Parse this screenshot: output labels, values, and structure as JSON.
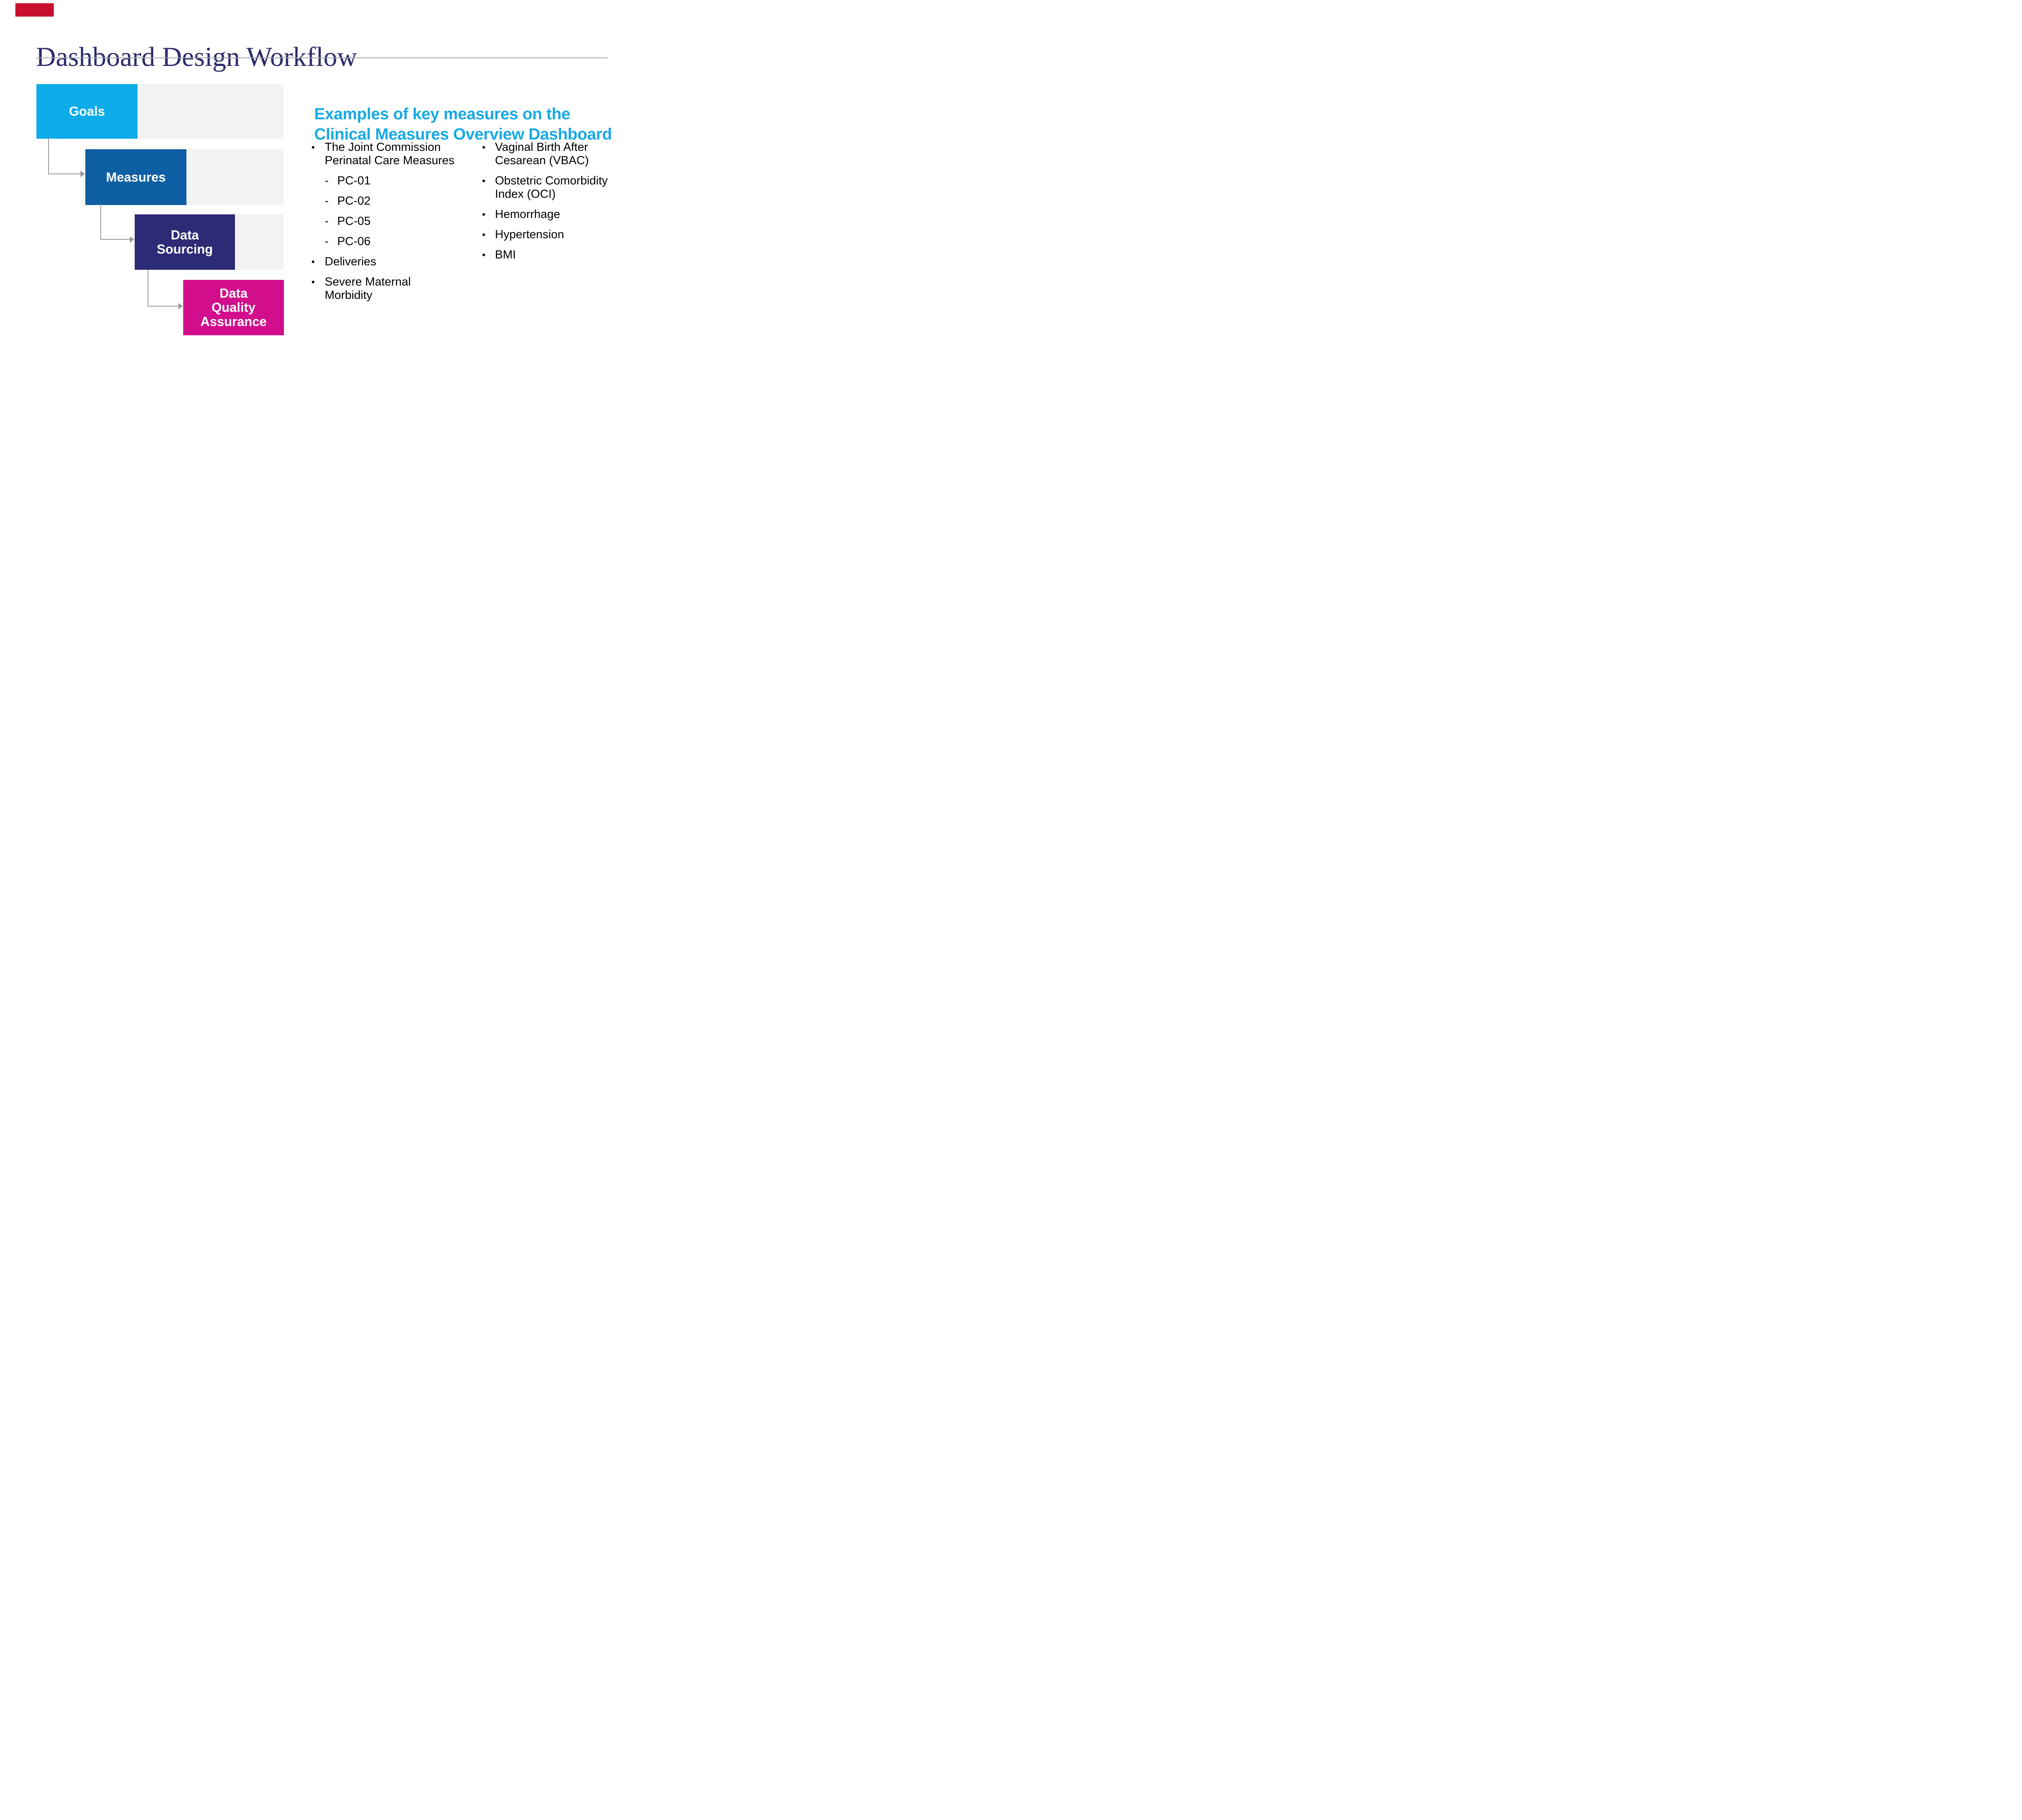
{
  "slide": {
    "background": "#FFFFFF",
    "accent_bar_color": "#C8102E",
    "title": "Dashboard Design Workflow",
    "title_color": "#2B2A6B",
    "divider_color": "#A6A6A6"
  },
  "flowchart": {
    "track_color": "#F2F2F2",
    "arrow_color": "#999999",
    "steps": [
      {
        "label": "Goals",
        "color": "#0DACE9"
      },
      {
        "label": "Measures",
        "color": "#0D5EA3"
      },
      {
        "label": "Data\nSourcing",
        "color": "#2E2B76"
      },
      {
        "label": "Data\nQuality\nAssurance",
        "color": "#D30E8D"
      }
    ]
  },
  "right_panel": {
    "heading": "Examples of key measures on the\nClinical Measures Overview Dashboard",
    "heading_color": "#16A9E6",
    "text_color": "#000000",
    "columns": [
      {
        "items": [
          {
            "marker": "•",
            "text": "The Joint Commission\nPerinatal Care Measures"
          },
          {
            "marker": "-",
            "text": "PC-01"
          },
          {
            "marker": "-",
            "text": "PC-02"
          },
          {
            "marker": "-",
            "text": "PC-05"
          },
          {
            "marker": "-",
            "text": "PC-06"
          },
          {
            "marker": "•",
            "text": "Deliveries"
          },
          {
            "marker": "•",
            "text": "Severe Maternal\nMorbidity"
          }
        ]
      },
      {
        "items": [
          {
            "marker": "•",
            "text": "Vaginal Birth After\nCesarean (VBAC)"
          },
          {
            "marker": "•",
            "text": "Obstetric Comorbidity\nIndex (OCI)"
          },
          {
            "marker": "•",
            "text": "Hemorrhage"
          },
          {
            "marker": "•",
            "text": "Hypertension"
          },
          {
            "marker": "•",
            "text": "BMI"
          }
        ]
      }
    ]
  }
}
